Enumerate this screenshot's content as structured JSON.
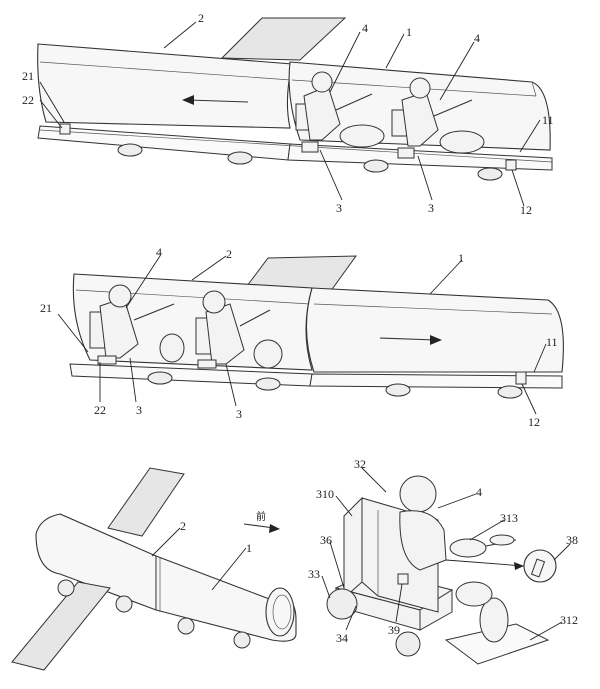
{
  "figure1": {
    "labels": {
      "l1": "1",
      "l2": "2",
      "l3a": "3",
      "l3b": "3",
      "l4a": "4",
      "l4b": "4",
      "l11": "11",
      "l12": "12",
      "l21": "21",
      "l22": "22"
    }
  },
  "figure2": {
    "labels": {
      "l1": "1",
      "l2": "2",
      "l3a": "3",
      "l3b": "3",
      "l4": "4",
      "l11": "11",
      "l12": "12",
      "l21": "21",
      "l22": "22"
    }
  },
  "figure3": {
    "labels": {
      "l1": "1",
      "l2": "2",
      "direction": "前"
    }
  },
  "figure4": {
    "labels": {
      "l4": "4",
      "l32": "32",
      "l310": "310",
      "l313": "313",
      "l36": "36",
      "l33": "33",
      "l34": "34",
      "l39": "39",
      "l38": "38",
      "l312": "312"
    }
  }
}
